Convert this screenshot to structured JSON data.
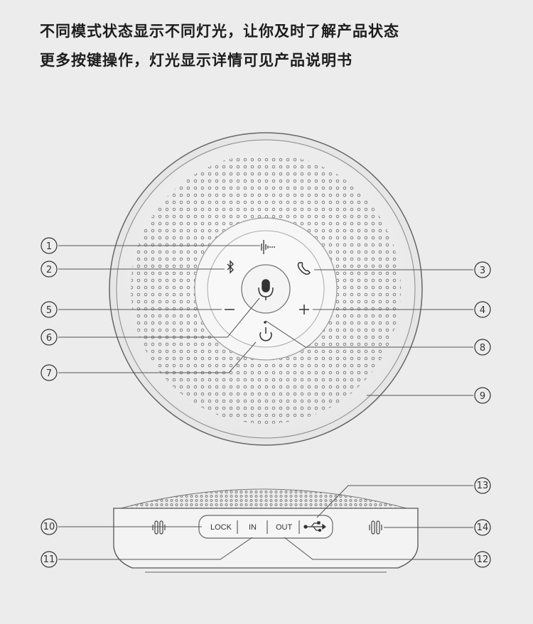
{
  "heading": {
    "line1": "不同模式状态显示不同灯光，让你及时了解产品状态",
    "line2": "更多按键操作，灯光显示详情可见产品说明书"
  },
  "ports": {
    "lock": "LOCK",
    "in": "IN",
    "out": "OUT"
  },
  "callouts": [
    "1",
    "2",
    "3",
    "4",
    "5",
    "6",
    "7",
    "8",
    "9",
    "10",
    "11",
    "12",
    "13",
    "14"
  ],
  "icons": {
    "top_buttons": [
      "mute-indicator-icon",
      "bluetooth-icon",
      "phone-icon",
      "volume-up-icon",
      "volume-down-icon",
      "microphone-icon",
      "power-icon"
    ],
    "side": [
      "usb-icon",
      "speaker-grille-icon"
    ]
  },
  "colors": {
    "background": "#ececec",
    "device_body": "#f4f4f4",
    "outline": "#555555"
  }
}
